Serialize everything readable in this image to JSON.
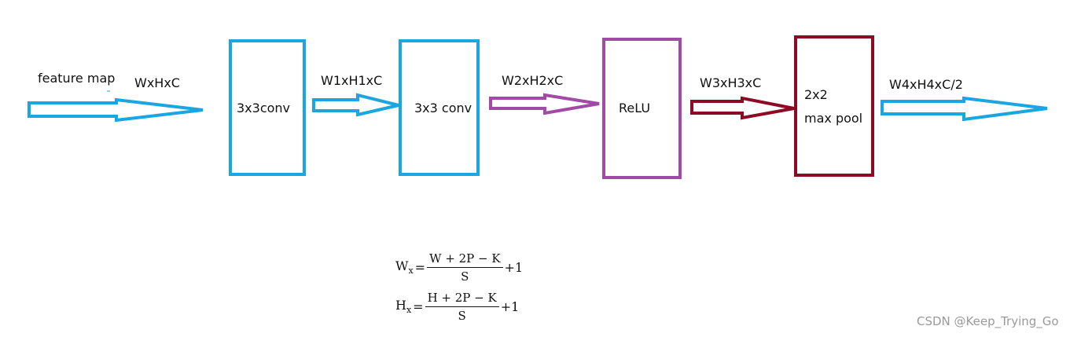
{
  "input_label": "feature map",
  "dimensions": {
    "input": "WxHxC",
    "after_conv1": "W1xH1xC",
    "after_conv2": "W2xH2xC",
    "after_relu": "W3xH3xC",
    "output": "W4xH4xC/2"
  },
  "blocks": {
    "conv1": "3x3conv",
    "conv2": "3x3 conv",
    "relu": "ReLU",
    "pool_line1": "2x2",
    "pool_line2": "max pool"
  },
  "formulas": {
    "w": {
      "lhs": "W",
      "lhs_sub": "x",
      "numerator": "W + 2P − K",
      "denominator": "S",
      "tail": "+1"
    },
    "h": {
      "lhs": "H",
      "lhs_sub": "x",
      "numerator": "H + 2P − K",
      "denominator": "S",
      "tail": "+1"
    }
  },
  "colors": {
    "blue": "#1AA6E0",
    "purple": "#A24BA6",
    "dark_red": "#8B0A24"
  },
  "watermark": "CSDN @Keep_Trying_Go"
}
